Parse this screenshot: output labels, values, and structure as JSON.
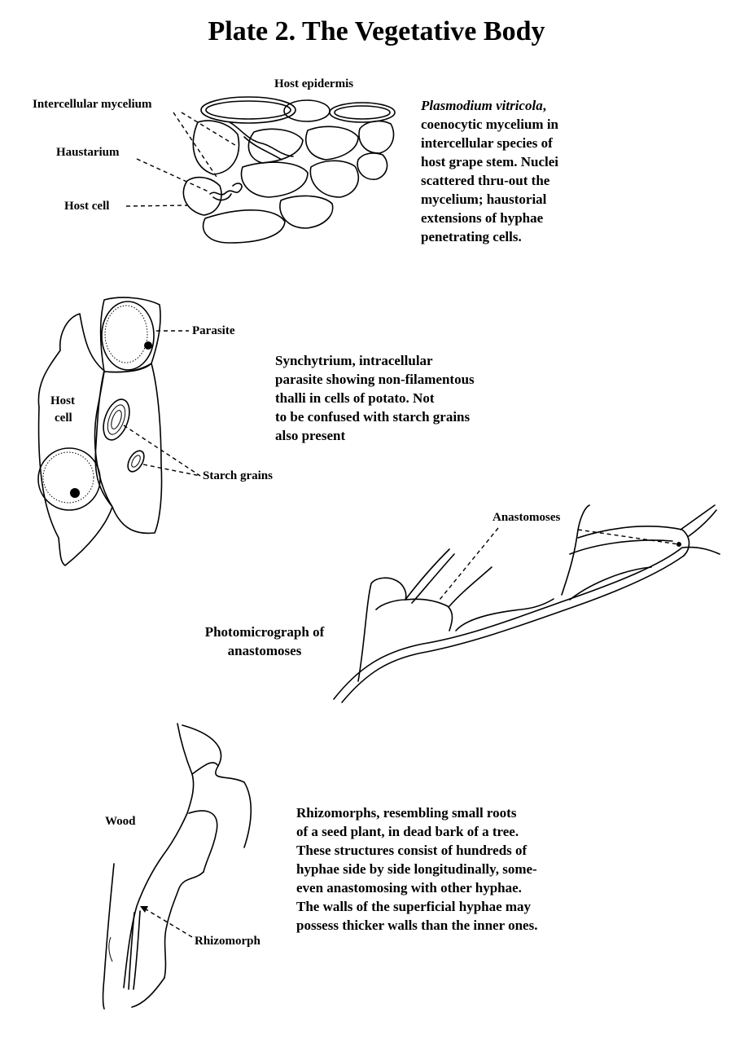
{
  "title": "Plate 2.  The Vegetative Body",
  "section1": {
    "labels": {
      "host_epidermis": "Host epidermis",
      "intercellular_mycelium": "Intercellular mycelium",
      "haustarium": "Haustarium",
      "host_cell": "Host cell"
    },
    "caption_italic": "Plasmodium vitricola",
    "caption_lines": [
      ",",
      "coenocytic mycelium in",
      "intercellular species of",
      "host grape stem.  Nuclei",
      "scattered thru-out the",
      "mycelium; haustorial",
      "extensions of hyphae",
      "penetrating cells."
    ]
  },
  "section2": {
    "labels": {
      "parasite": "Parasite",
      "host_cell_line1": "Host",
      "host_cell_line2": "cell",
      "starch_grains": "Starch grains"
    },
    "caption_lines": [
      "Synchytrium, intracellular",
      "parasite showing non-filamentous",
      "thalli in cells of potato.  Not",
      "to be confused with starch grains",
      "also present"
    ]
  },
  "section3": {
    "labels": {
      "anastomoses": "Anastomoses"
    },
    "caption_lines": [
      "Photomicrograph of",
      "anastomoses"
    ]
  },
  "section4": {
    "labels": {
      "wood": "Wood",
      "rhizomorph": "Rhizomorph"
    },
    "caption_lines": [
      "Rhizomorphs, resembling small roots",
      "of a seed plant, in dead bark of a tree.",
      "These structures consist of hundreds of",
      "hyphae side by side longitudinally, some-",
      "even anastomosing with other hyphae.",
      "The walls of the superficial hyphae may",
      "possess thicker walls than the inner ones."
    ]
  }
}
